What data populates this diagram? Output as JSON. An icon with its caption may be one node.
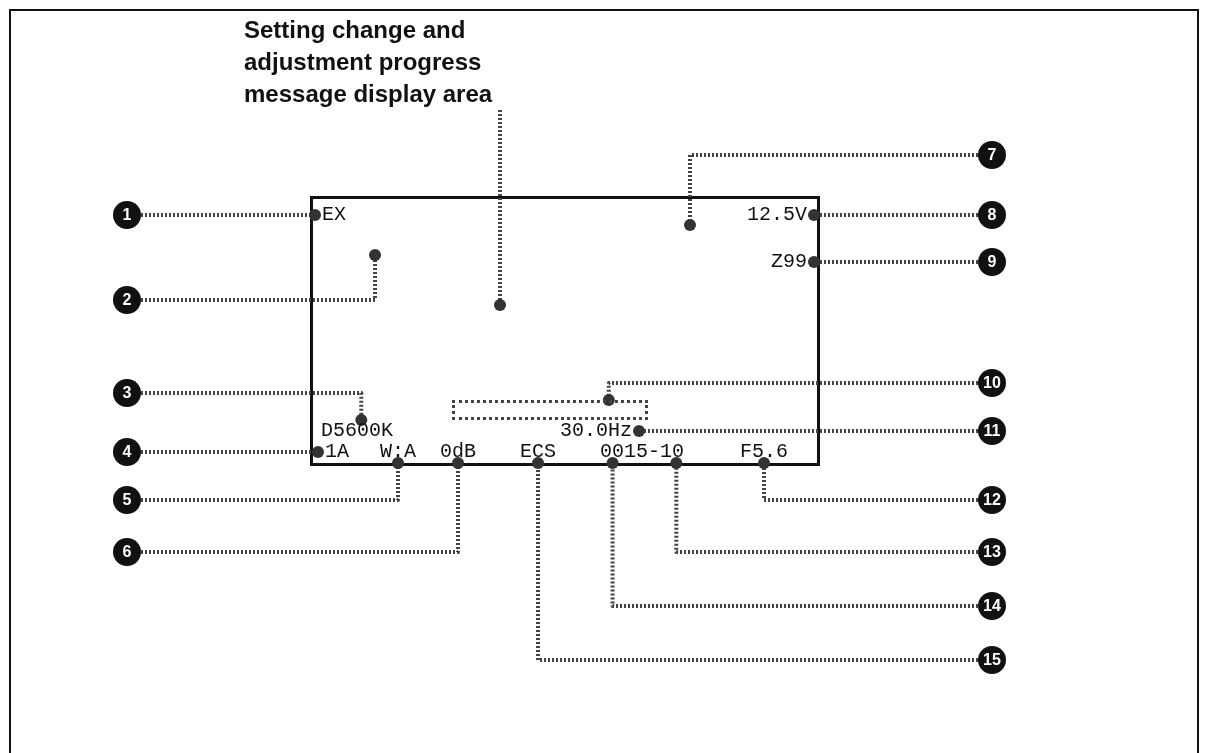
{
  "diagram": {
    "nodes": [
      {
        "text": [
          "Setting change and adjustment progress message display area"
        ]
      },
      {
        "text": [],
        "shape": "box"
      },
      {
        "text": [
          "EX"
        ],
        "in": 1
      },
      {
        "text": [
          "12.5V"
        ],
        "in": 1
      },
      {
        "text": [
          "Z99"
        ],
        "in": 1
      },
      {
        "text": [
          "D5600K"
        ],
        "in": 1
      },
      {
        "text": [],
        "shape": "bar",
        "in": 1
      },
      {
        "text": [
          "30.0Hz"
        ],
        "in": 1
      },
      {
        "text": [
          "1A"
        ],
        "in": 1
      },
      {
        "text": [
          "W:A"
        ],
        "in": 1
      },
      {
        "text": [
          "0dB"
        ],
        "in": 1
      },
      {
        "text": [
          "ECS"
        ],
        "in": 1
      },
      {
        "text": [
          "0015-10"
        ],
        "in": 1
      },
      {
        "text": [
          "F5.6"
        ],
        "in": 1
      },
      {
        "text": [
          "1"
        ]
      },
      {
        "text": [
          "2"
        ]
      },
      {
        "text": [
          "3"
        ]
      },
      {
        "text": [
          "4"
        ]
      },
      {
        "text": [
          "5"
        ]
      },
      {
        "text": [
          "6"
        ]
      },
      {
        "text": [
          "7"
        ]
      },
      {
        "text": [
          "8"
        ]
      },
      {
        "text": [
          "9"
        ]
      },
      {
        "text": [
          "10"
        ]
      },
      {
        "text": [
          "11"
        ]
      },
      {
        "text": [
          "12"
        ]
      },
      {
        "text": [
          "13"
        ]
      },
      {
        "text": [
          "14"
        ]
      },
      {
        "text": [
          "15"
        ]
      }
    ],
    "edges": [
      {
        "from": 14,
        "to": 2,
        "arrow": "other"
      },
      {
        "from": 15,
        "to": 1,
        "arrow": "other"
      },
      {
        "from": 16,
        "to": 5,
        "arrow": "other"
      },
      {
        "from": 17,
        "to": 8,
        "arrow": "other"
      },
      {
        "from": 18,
        "to": 9,
        "arrow": "other"
      },
      {
        "from": 19,
        "to": 10,
        "arrow": "other"
      },
      {
        "from": 20,
        "to": 1,
        "arrow": "other"
      },
      {
        "from": 21,
        "to": 3,
        "arrow": "other"
      },
      {
        "from": 22,
        "to": 4,
        "arrow": "other"
      },
      {
        "from": 23,
        "to": 6,
        "arrow": "other"
      },
      {
        "from": 24,
        "to": 7,
        "arrow": "other"
      },
      {
        "from": 25,
        "to": 13,
        "arrow": "other"
      },
      {
        "from": 26,
        "to": 12,
        "arrow": "other"
      },
      {
        "from": 27,
        "to": 12,
        "arrow": "other"
      },
      {
        "from": 28,
        "to": 11,
        "arrow": "other"
      },
      {
        "from": 0,
        "to": 1,
        "arrow": "other"
      }
    ]
  }
}
